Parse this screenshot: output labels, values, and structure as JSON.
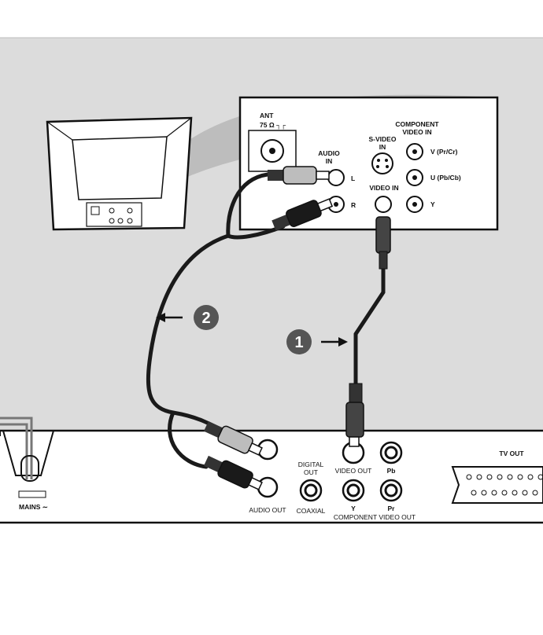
{
  "tv_panel": {
    "ant_label": "ANT",
    "ant_ohm": "75 Ω ┐┌",
    "audio_in": "AUDIO",
    "audio_in2": "IN",
    "audio_l": "L",
    "audio_r": "R",
    "svideo": "S-VIDEO",
    "svideo_in": "IN",
    "video_in": "VIDEO IN",
    "component": "COMPONENT",
    "component_in": "VIDEO IN",
    "v_label": "V (Pr/Cr)",
    "u_label": "U (Pb/Cb)",
    "y_label": "Y"
  },
  "player_panel": {
    "mains": "MAINS ∼",
    "audio_out": "AUDIO OUT",
    "digital": "DIGITAL",
    "digital_out": "OUT",
    "coaxial": "COAXIAL",
    "video_out": "VIDEO OUT",
    "pb": "Pb",
    "y": "Y",
    "pr": "Pr",
    "component_out": "COMPONENT VIDEO OUT",
    "tv_out": "TV OUT"
  },
  "steps": {
    "step1": "1",
    "step2": "2"
  },
  "colors": {
    "background": "#dcdcdc",
    "panel": "#ffffff",
    "cable": "#1a1a1a",
    "badge": "#555555"
  }
}
